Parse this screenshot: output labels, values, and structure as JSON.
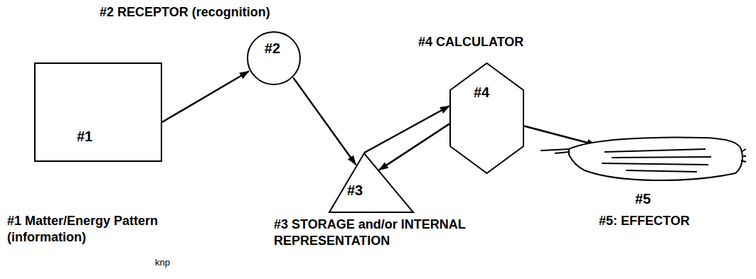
{
  "diagram": {
    "nodes": [
      {
        "text": [
          "#1",
          "#1 Matter/Energy Pattern (information)"
        ]
      },
      {
        "text": [
          "#2",
          "#2 RECEPTOR (recognition)"
        ]
      },
      {
        "text": [
          "#3",
          "#3 STORAGE and/or INTERNAL REPRESENTATION"
        ]
      },
      {
        "text": [
          "#4",
          "#4 CALCULATOR"
        ]
      },
      {
        "text": [
          "#5",
          "#5: EFFECTOR"
        ]
      }
    ],
    "edges": [
      {
        "from": 0,
        "to": 1,
        "arrow": "to"
      },
      {
        "from": 1,
        "to": 2,
        "arrow": "to"
      },
      {
        "from": 2,
        "to": 3,
        "arrow": "to"
      },
      {
        "from": 3,
        "to": 2,
        "arrow": "to"
      },
      {
        "from": 3,
        "to": 4,
        "arrow": "to"
      }
    ],
    "labels": [
      "knp"
    ]
  }
}
